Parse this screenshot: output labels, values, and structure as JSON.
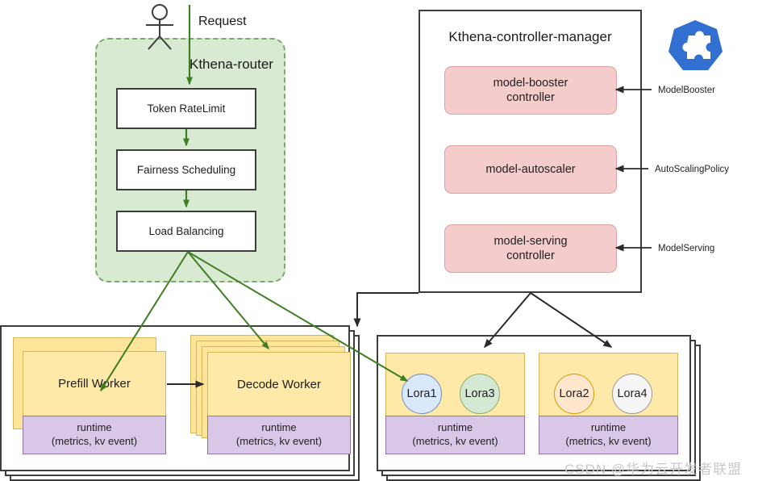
{
  "actor": {
    "name": "user-actor",
    "request_label": "Request"
  },
  "router": {
    "title": "Kthena-router",
    "stages": [
      {
        "label": "Token RateLimit"
      },
      {
        "label": "Fairness Scheduling"
      },
      {
        "label": "Load Balancing"
      }
    ]
  },
  "controller_manager": {
    "title": "Kthena-controller-manager",
    "logo_icon": "kubernetes-operator-icon",
    "controllers": [
      {
        "label": "model-booster controller",
        "line1": "model-booster",
        "line2": "controller",
        "crd": "ModelBooster"
      },
      {
        "label": "model-autoscaler",
        "line1": "model-autoscaler",
        "line2": "",
        "crd": "AutoScalingPolicy"
      },
      {
        "label": "model-serving controller",
        "line1": "model-serving",
        "line2": "controller",
        "crd": "ModelServing"
      }
    ]
  },
  "worker_group": {
    "prefill": {
      "label": "Prefill Worker",
      "runtime_line1": "runtime",
      "runtime_line2": "(metrics, kv event)"
    },
    "decode": {
      "label": "Decode Worker",
      "runtime_line1": "runtime",
      "runtime_line2": "(metrics, kv event)"
    }
  },
  "lora_group": {
    "pods": [
      {
        "runtime_line1": "runtime",
        "runtime_line2": "(metrics, kv event)",
        "loras": [
          {
            "label": "Lora1",
            "color": "#dae8fc"
          },
          {
            "label": "Lora3",
            "color": "#d5e8d4"
          }
        ]
      },
      {
        "runtime_line1": "runtime",
        "runtime_line2": "(metrics, kv event)",
        "loras": [
          {
            "label": "Lora2",
            "color": "#ffe6cc"
          },
          {
            "label": "Lora4",
            "color": "#f5f5f5"
          }
        ]
      }
    ]
  },
  "watermark": {
    "text": "CSDN @华为云开发者联盟"
  },
  "colors": {
    "router_fill": "#d9ead3",
    "router_border": "#7aab6a",
    "controller_fill": "#f4cccc",
    "controller_border": "#d9a3a3",
    "worker_fill": "#ffe599",
    "worker_border": "#d6b656",
    "runtime_fill": "#d9c7e8",
    "runtime_border": "#9673a6",
    "arrow_green": "#3f7f24",
    "arrow_black": "#2b2b2b",
    "logo_blue": "#3170d1"
  }
}
